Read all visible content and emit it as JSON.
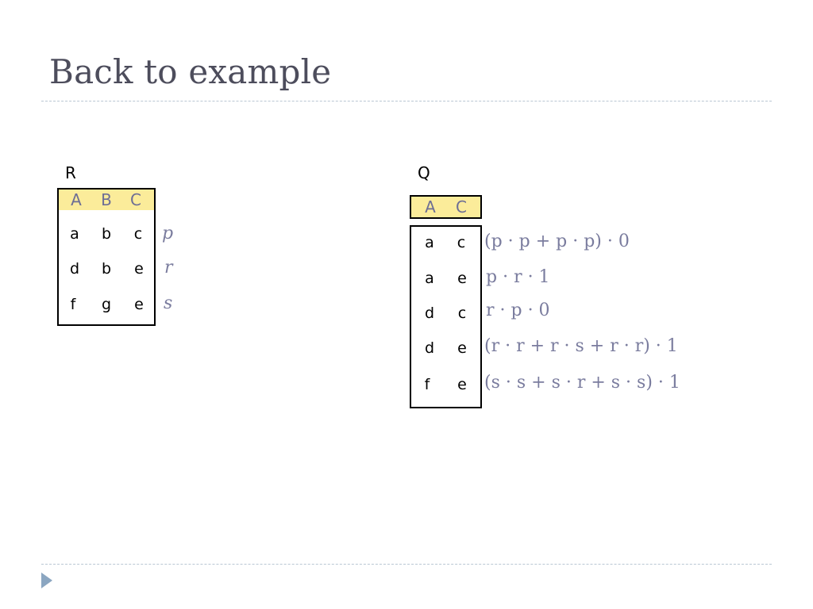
{
  "slide": {
    "title": "Back to example"
  },
  "relation_r": {
    "name": "R",
    "columns": [
      "A",
      "B",
      "C"
    ],
    "rows": [
      {
        "cells": [
          "a",
          "b",
          "c"
        ],
        "annotation": "p"
      },
      {
        "cells": [
          "d",
          "b",
          "e"
        ],
        "annotation": "r"
      },
      {
        "cells": [
          "f",
          "g",
          "e"
        ],
        "annotation": "s"
      }
    ]
  },
  "relation_q": {
    "name": "Q",
    "columns": [
      "A",
      "C"
    ],
    "rows": [
      {
        "cells": [
          "a",
          "c"
        ],
        "annotation": "(p · p + p · p) · 0"
      },
      {
        "cells": [
          "a",
          "e"
        ],
        "annotation": "p · r · 1"
      },
      {
        "cells": [
          "d",
          "c"
        ],
        "annotation": "r · p · 0"
      },
      {
        "cells": [
          "d",
          "e"
        ],
        "annotation": "(r · r + r · s + r · r) · 1"
      },
      {
        "cells": [
          "f",
          "e"
        ],
        "annotation": "(s · s + s · r + s · s) · 1"
      }
    ]
  },
  "colors": {
    "header_fill": "#fbec9a",
    "header_text": "#6d6e95",
    "annotation_text": "#7a7c9e",
    "title_text": "#4d4d5c",
    "rule": "#b9c7d3",
    "nav_arrow": "#8ba6c1"
  },
  "icons": {
    "nav": "play-triangle-icon"
  }
}
